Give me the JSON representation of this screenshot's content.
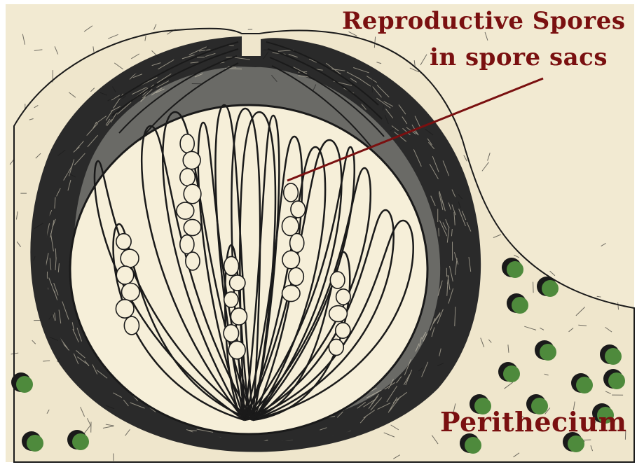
{
  "labels": {
    "spores_line1": "Reproductive Spores",
    "spores_line2": "in spore sacs",
    "perithecium": "Perithecium"
  },
  "colors": {
    "paper": "#f2ead2",
    "ink": "#1a1a1a",
    "label": "#7a1010",
    "cell_green": "#4e8a3c",
    "interior": "#f6efd9"
  }
}
